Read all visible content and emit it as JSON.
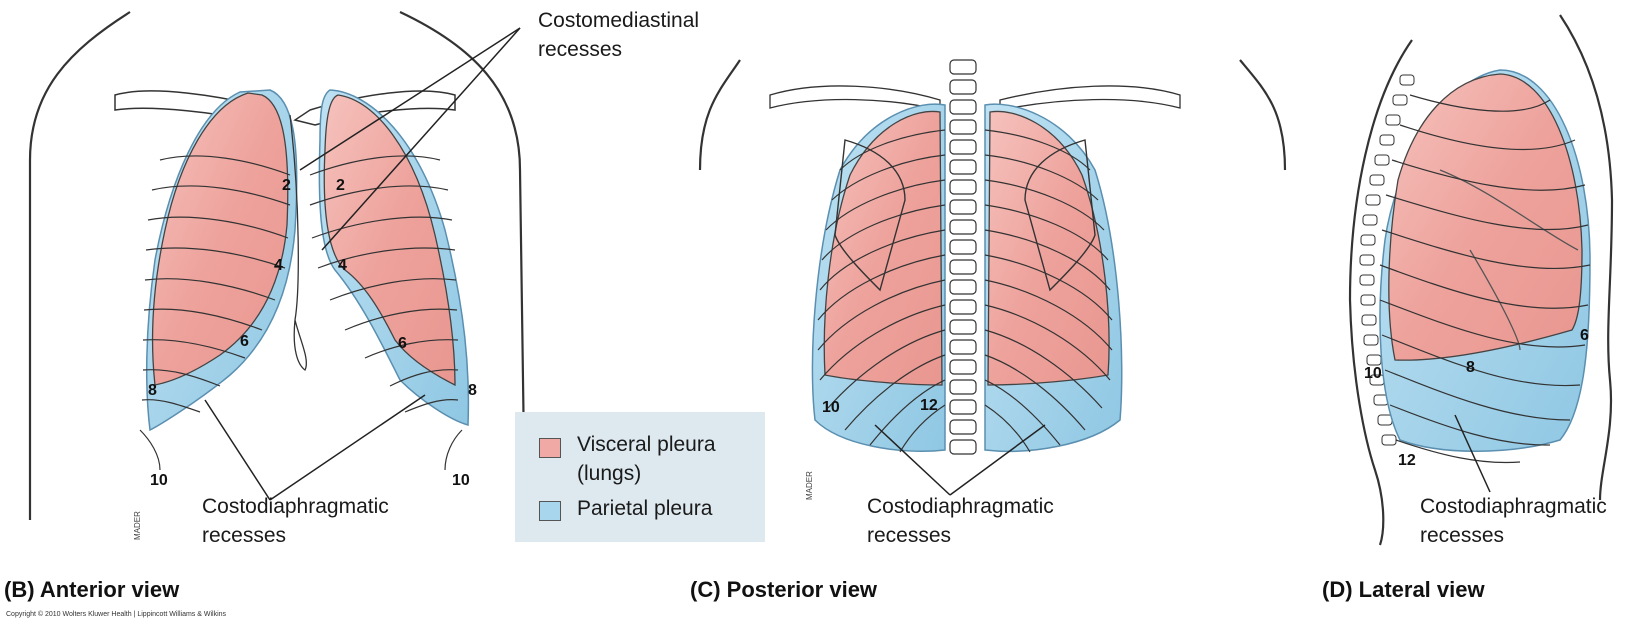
{
  "colors": {
    "visceral": "#f0a9a4",
    "parietal": "#a8d6ec",
    "legend_bg": "#dde8ef",
    "outline": "#2a2a2a"
  },
  "labels": {
    "costomediastinal": [
      "Costomediastinal",
      "recesses"
    ],
    "costodiaphragmatic_b": [
      "Costodiaphragmatic",
      "recesses"
    ],
    "costodiaphragmatic_c": [
      "Costodiaphragmatic",
      "recesses"
    ],
    "costodiaphragmatic_d": [
      "Costodiaphragmatic",
      "recesses"
    ]
  },
  "legend": {
    "visceral": [
      "Visceral pleura",
      "(lungs)"
    ],
    "parietal": "Parietal pleura"
  },
  "views": {
    "anterior": "(B) Anterior view",
    "posterior": "(C) Posterior view",
    "lateral": "(D) Lateral view"
  },
  "rib_numbers": {
    "anterior_left": [
      "2",
      "4",
      "6",
      "8",
      "10"
    ],
    "anterior_right": [
      "2",
      "4",
      "6",
      "8",
      "10"
    ],
    "posterior": [
      "10",
      "12"
    ],
    "lateral": [
      "6",
      "8",
      "10",
      "12"
    ]
  },
  "signature": "MADER",
  "copyright": "Copyright © 2010 Wolters Kluwer Health | Lippincott Williams & Wilkins"
}
